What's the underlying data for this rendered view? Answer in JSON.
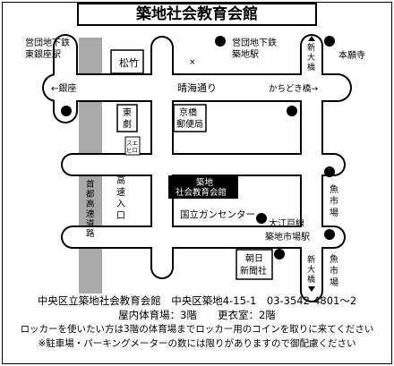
{
  "title": "築地社会教育会館",
  "map": {
    "stations": {
      "tokyo_metro_higashi_ginza": [
        "営団地下鉄",
        "東銀座駅"
      ],
      "tokyo_metro_tsukiji": [
        "営団地下鉄",
        "築地駅"
      ],
      "toei_tsukijishijo": [
        "大江戸線",
        "築地市場駅"
      ]
    },
    "hongwanji": "本願寺",
    "places": {
      "matsutake": "松竹",
      "togeki": [
        "東",
        "劇"
      ],
      "sueiro": [
        "スエ",
        "ヒロ"
      ],
      "kyobashi_post": [
        "京橋",
        "郵便局"
      ],
      "venue": [
        "築地",
        "社会教育会館"
      ],
      "cancer_center": "国立ガンセンター",
      "asahi": [
        "朝日",
        "新聞社"
      ],
      "fish_market": [
        "魚",
        "市",
        "場"
      ],
      "fish_market_lower": [
        "魚",
        "市",
        "場"
      ]
    },
    "roads": {
      "harumi_dori": "晴海通り",
      "to_ginza": "←銀座",
      "to_kachidoki": "かちどき橋→",
      "shin_ohashi_top": [
        "新",
        "大",
        "橋"
      ],
      "shin_ohashi_bottom": [
        "新",
        "大",
        "橋"
      ],
      "koso_iriguchi": [
        "高",
        "速",
        "入",
        "口"
      ],
      "expressway": [
        "首",
        "都",
        "高",
        "速",
        "道",
        "路"
      ]
    },
    "marker": "×"
  },
  "info": {
    "line1": "中央区立築地社会教育会館　中央区築地4-15-1　03-3542-4801～2",
    "line2": "屋内体育場：3階　　更衣室：2階",
    "line3": "ロッカーを使いたい方は3階の体育場までロッカー用のコインを取りに来てください",
    "line4": "※駐車場・パーキングメーターの数には限りがありますので御配慮ください"
  },
  "colors": {
    "road": "#ffffff",
    "outline": "#000000",
    "expressway": "#a8a8a8",
    "venue_bg": "#000000"
  }
}
